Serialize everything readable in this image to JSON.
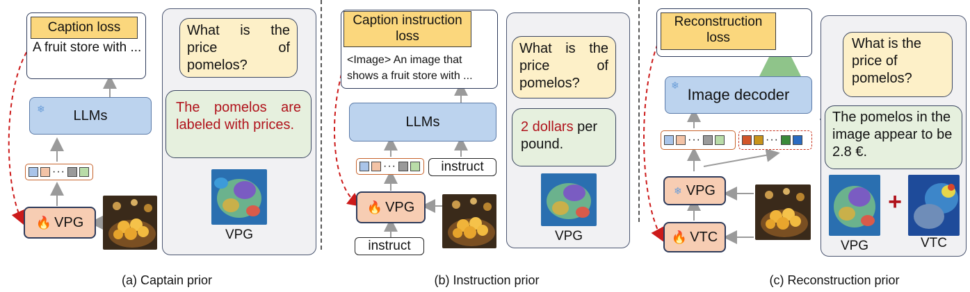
{
  "colors": {
    "llm": "#bcd3ee",
    "vpg": "#f7cdb3",
    "loss": "#fbd77d",
    "question": "#fdf0c8",
    "answer": "#e6f0de",
    "highlight_red": "#b0121b"
  },
  "panel_a": {
    "loss_label": "Caption loss",
    "output_text": "A fruit store with ...",
    "llm_label": "LLMs",
    "vpg_label": "VPG",
    "question": "What is the price of pomelos?",
    "answer": "The pomelos are labeled with prices.",
    "heatmap_label": "VPG",
    "caption": "(a) Captain prior"
  },
  "panel_b": {
    "loss_label": "Caption instruction loss",
    "output_text": "<Image> An image that shows a fruit store with ...",
    "llm_label": "LLMs",
    "vpg_label": "VPG",
    "instruct_top": "instruct",
    "instruct_bottom": "instruct",
    "question": "What is the price of pomelos?",
    "answer_red": "2 dollars",
    "answer_rest": " per pound.",
    "heatmap_label": "VPG",
    "caption": "(b) Instruction prior"
  },
  "panel_c": {
    "loss_label": "Reconstruction loss",
    "decoder_label": "Image decoder",
    "vpg_label": "VPG",
    "vtc_label": "VTC",
    "question": "What is the price of pomelos?",
    "answer": "The pomelos in the image appear to be 2.8 €.",
    "heatmap_label_1": "VPG",
    "heatmap_label_2": "VTC",
    "plus": "+",
    "caption": "(c) Reconstruction prior"
  },
  "icons": {
    "frozen": "snowflake-icon",
    "trainable": "flame-icon"
  }
}
